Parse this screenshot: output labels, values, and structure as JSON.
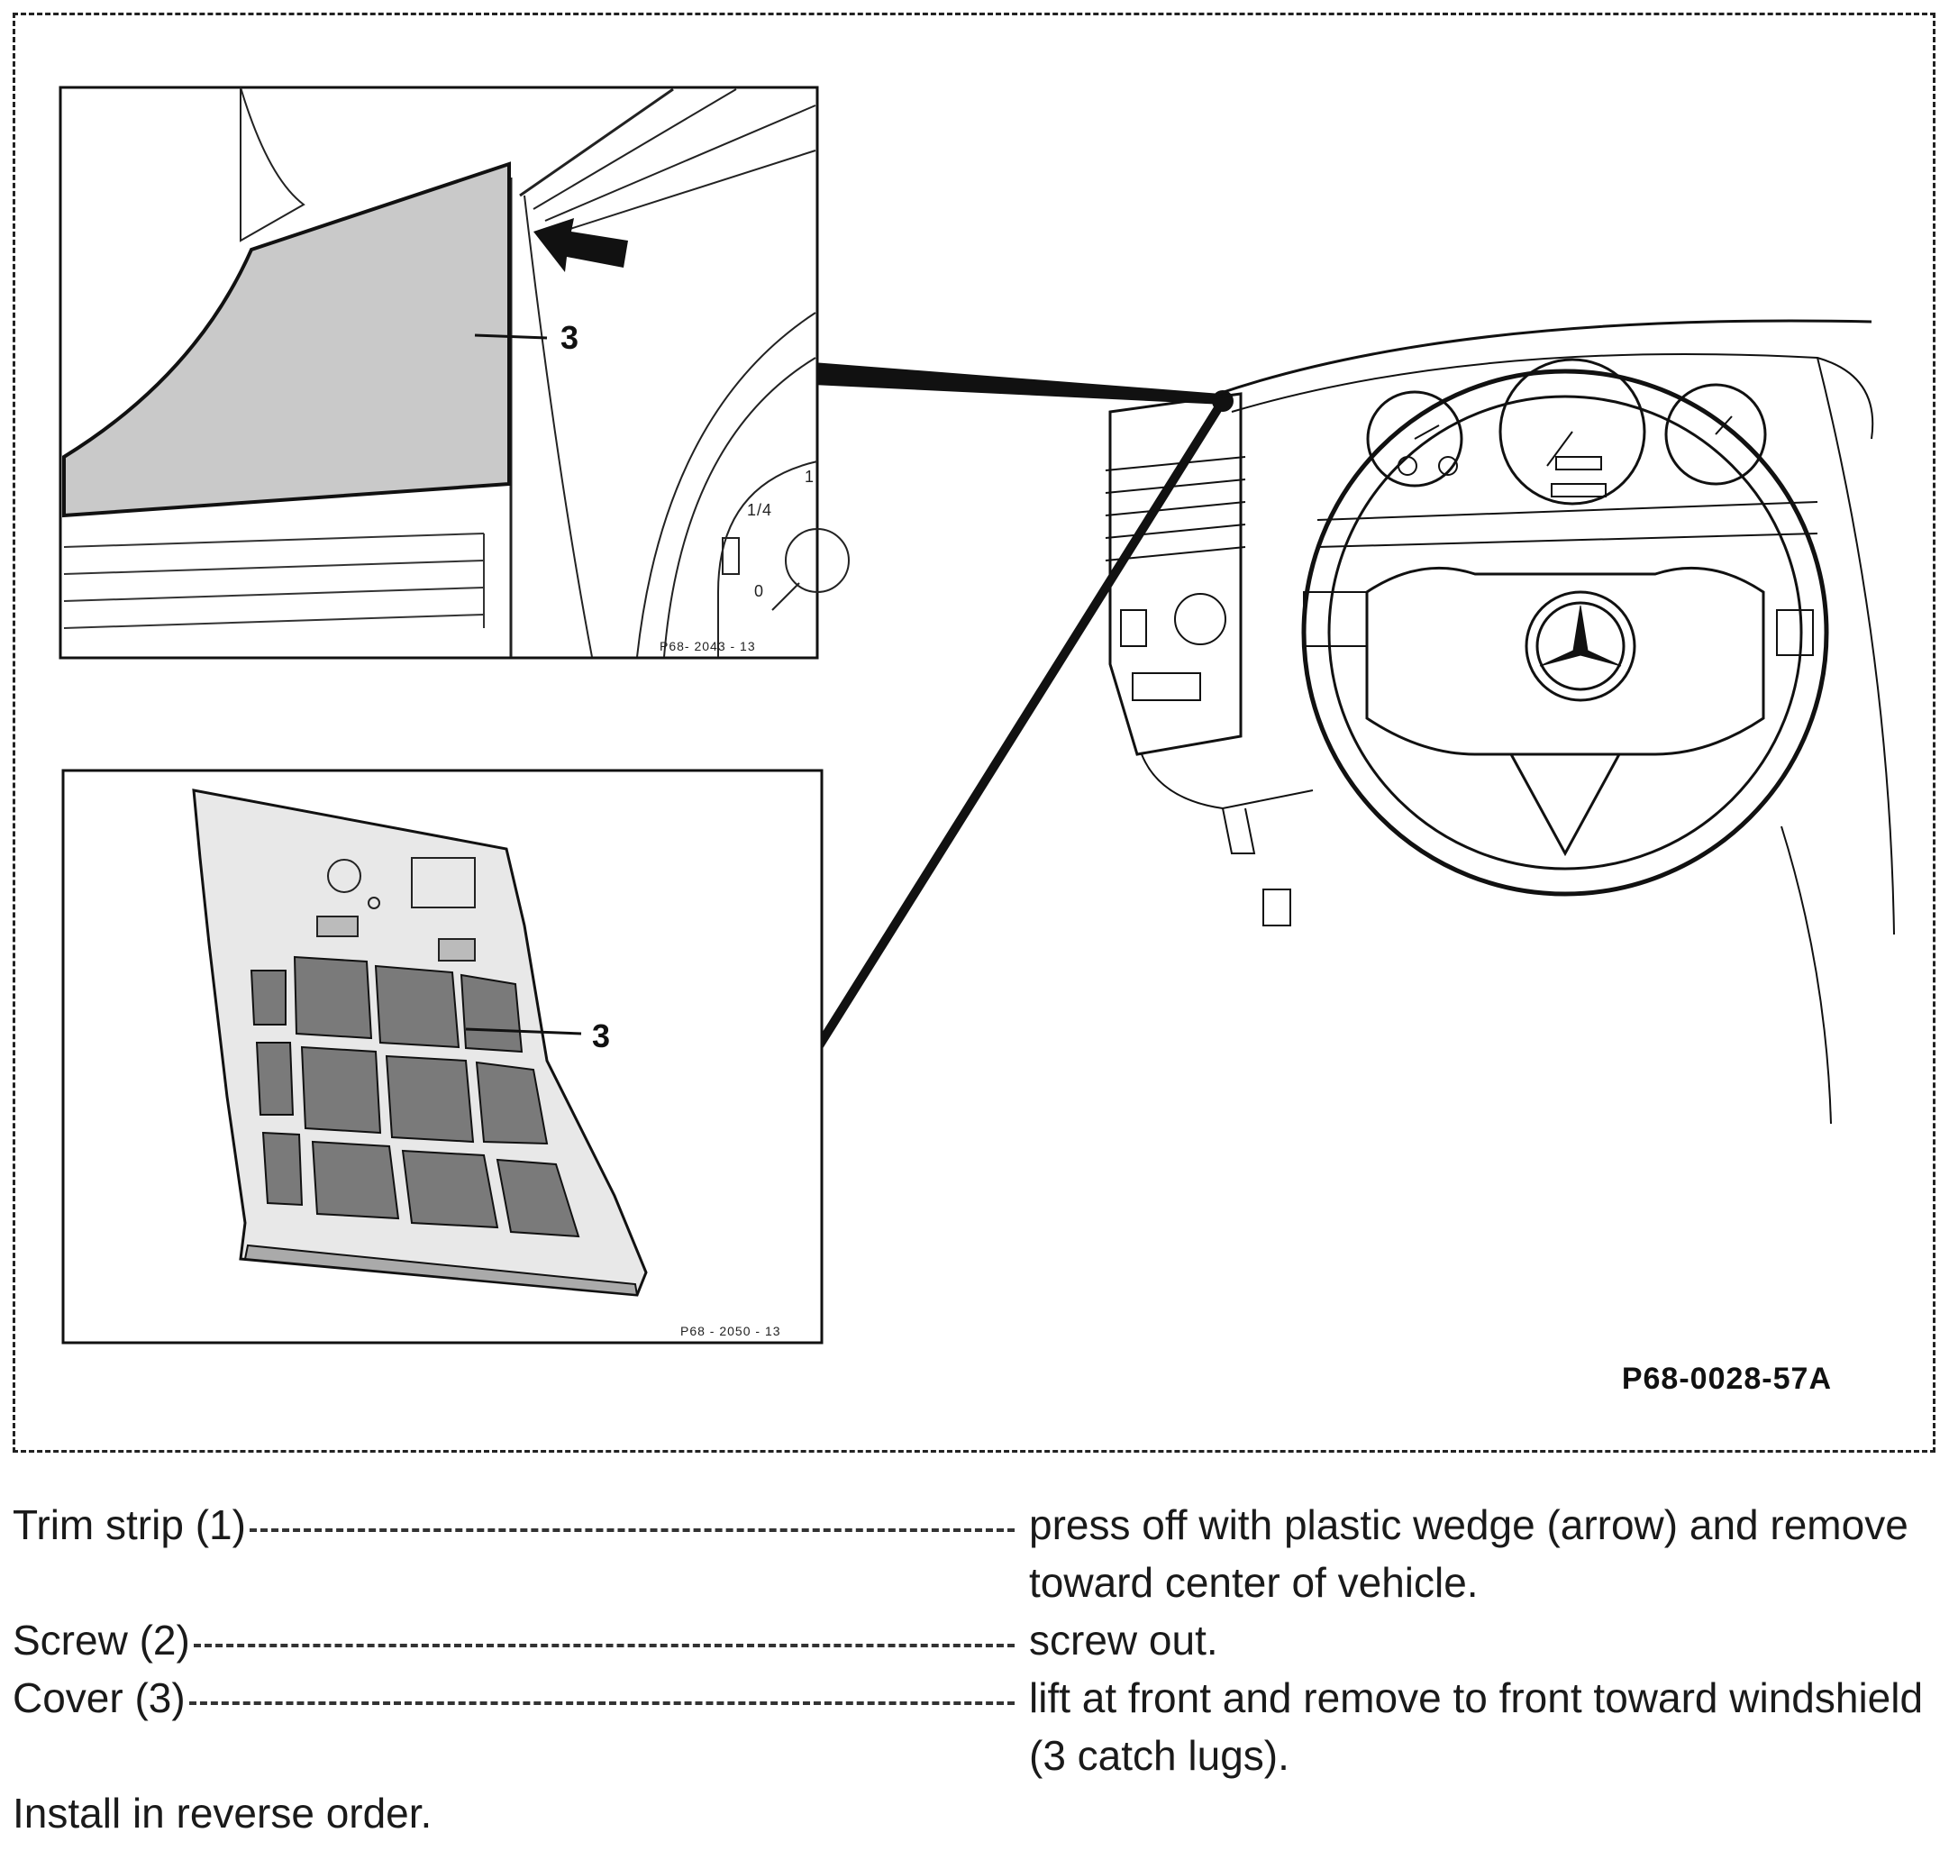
{
  "figure": {
    "id": "P68-0028-57A",
    "inset_top_caption": "P68- 2043 - 13",
    "inset_bottom_caption": "P68 - 2050 - 13",
    "callout_top": "3",
    "callout_bottom": "3",
    "gauge_mark_quarter": "1/4",
    "gauge_mark_zero": "0",
    "gauge_mark_one": "1"
  },
  "steps": [
    {
      "label": "Trim strip (1)",
      "action": "press off with plastic wedge (arrow) and remove toward center of vehicle."
    },
    {
      "label": "Screw (2)",
      "action": "screw out."
    },
    {
      "label": "Cover (3)",
      "action": "lift at front and remove to front toward windshield (3 catch lugs)."
    }
  ],
  "footer_note": "Install in reverse order."
}
